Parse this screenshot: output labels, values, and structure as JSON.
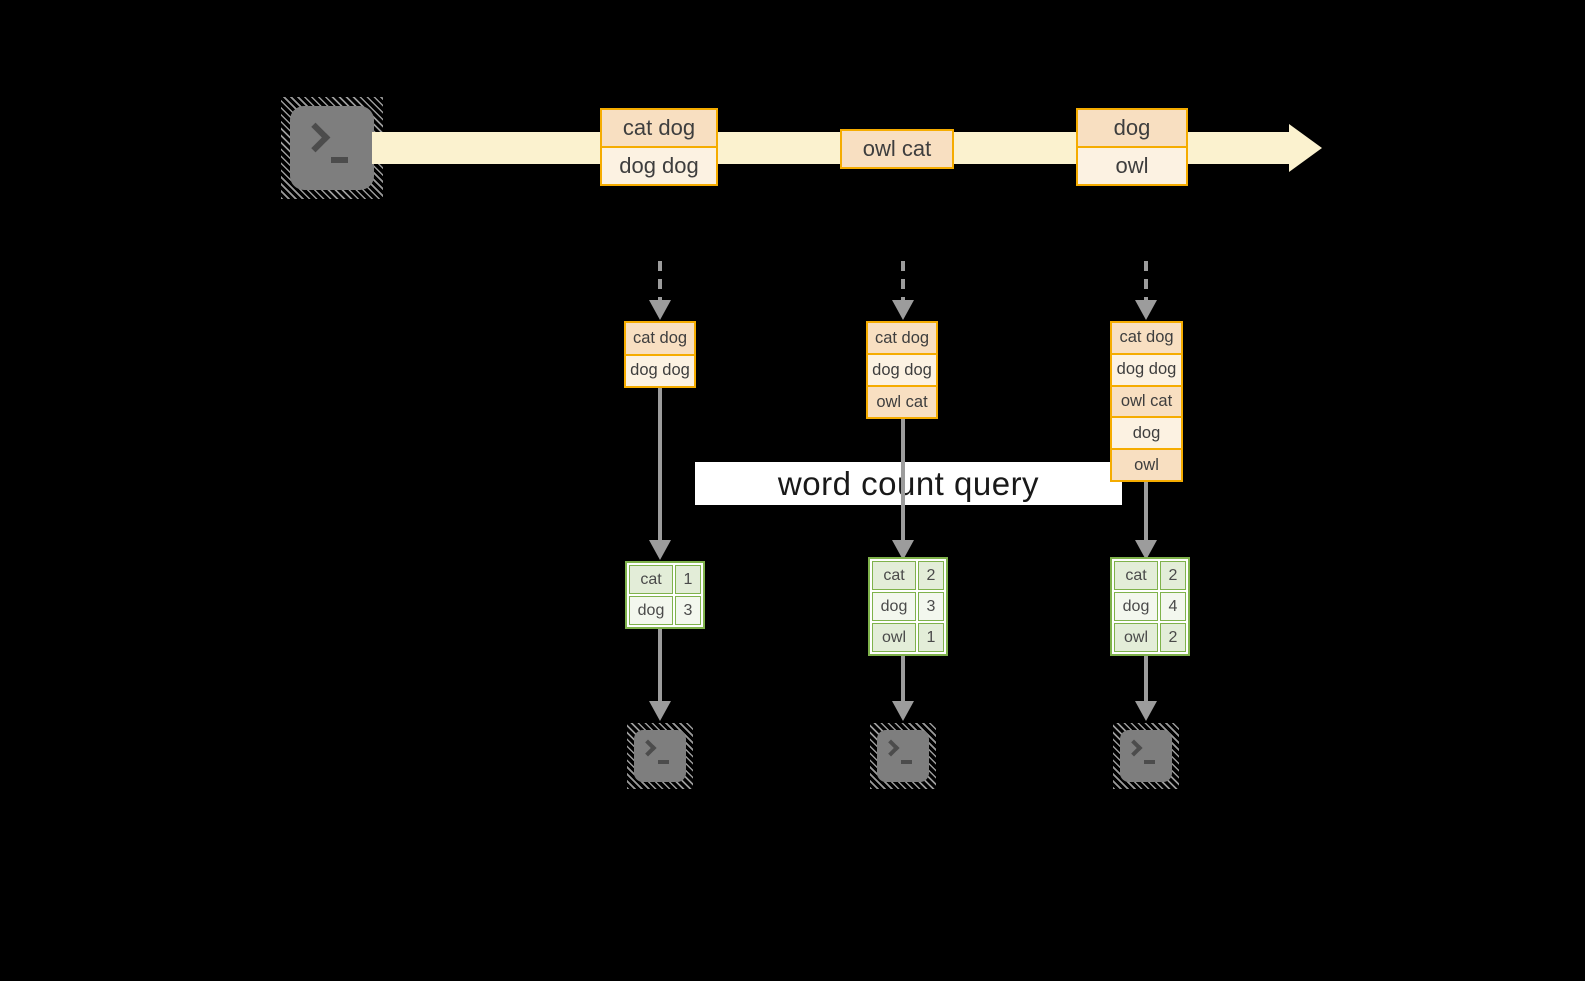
{
  "title": "streaming word count diagram",
  "colors": {
    "orange_border": "#F5AC00",
    "peach_fill": "#F8DFC1",
    "cream_fill": "#FCF2E2",
    "stream_band": "#FBF2CF",
    "green_border": "#7FB24B",
    "green_fill_light": "#E3EDD8",
    "green_fill_lighter": "#F3F7EE",
    "arrow_gray": "#9C9C9C",
    "terminal_gray": "#7E7E7E",
    "text_dark": "#3E3E3E",
    "banner_bg": "#FFFFFF"
  },
  "stream": {
    "source_icon": "terminal-icon",
    "messages": [
      {
        "lines": [
          "cat dog",
          "dog dog"
        ]
      },
      {
        "lines": [
          "owl cat"
        ]
      },
      {
        "lines": [
          "dog",
          "owl"
        ]
      }
    ]
  },
  "banner": {
    "label": "word count query"
  },
  "columns": [
    {
      "buffer": [
        "cat dog",
        "dog dog"
      ],
      "counts": [
        {
          "word": "cat",
          "count": "1"
        },
        {
          "word": "dog",
          "count": "3"
        }
      ],
      "sink_icon": "terminal-icon"
    },
    {
      "buffer": [
        "cat dog",
        "dog dog",
        "owl cat"
      ],
      "counts": [
        {
          "word": "cat",
          "count": "2"
        },
        {
          "word": "dog",
          "count": "3"
        },
        {
          "word": "owl",
          "count": "1"
        }
      ],
      "sink_icon": "terminal-icon"
    },
    {
      "buffer": [
        "cat dog",
        "dog dog",
        "owl cat",
        "dog",
        "owl"
      ],
      "counts": [
        {
          "word": "cat",
          "count": "2"
        },
        {
          "word": "dog",
          "count": "4"
        },
        {
          "word": "owl",
          "count": "2"
        }
      ],
      "sink_icon": "terminal-icon"
    }
  ]
}
